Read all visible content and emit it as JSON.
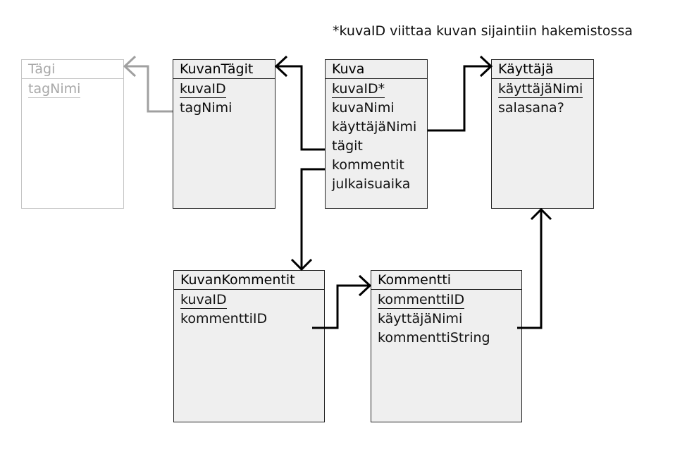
{
  "note": "*kuvaID viittaa kuvan sijaintiin hakemistossa",
  "colors": {
    "line": "#000000",
    "faded_line": "#a0a0a0",
    "box_fill": "#efefef",
    "faded_text": "#a8a8a8"
  },
  "entities": {
    "tagi": {
      "title": "Tägi",
      "fields": [
        {
          "name": "tagNimi",
          "key": true
        }
      ],
      "faded": true
    },
    "kuvantagit": {
      "title": "KuvanTägit",
      "fields": [
        {
          "name": "kuvaID",
          "key": true
        },
        {
          "name": "tagNimi",
          "key": false
        }
      ]
    },
    "kuva": {
      "title": "Kuva",
      "fields": [
        {
          "name": "kuvaID*",
          "key": true
        },
        {
          "name": "kuvaNimi",
          "key": false
        },
        {
          "name": "käyttäjäNimi",
          "key": false
        },
        {
          "name": "tägit",
          "key": false
        },
        {
          "name": "kommentit",
          "key": false
        },
        {
          "name": "julkaisuaika",
          "key": false
        }
      ]
    },
    "kayttaja": {
      "title": "Käyttäjä",
      "fields": [
        {
          "name": "käyttäjäNimi",
          "key": true
        },
        {
          "name": "salasana?",
          "key": false
        }
      ]
    },
    "kuvankommentit": {
      "title": "KuvanKommentit",
      "fields": [
        {
          "name": "kuvaID",
          "key": true
        },
        {
          "name": "kommenttiID",
          "key": false
        }
      ]
    },
    "kommentti": {
      "title": "Kommentti",
      "fields": [
        {
          "name": "kommenttiID",
          "key": true
        },
        {
          "name": "käyttäjäNimi",
          "key": false
        },
        {
          "name": "kommenttiString",
          "key": false
        }
      ]
    }
  },
  "relations": [
    {
      "from": "kuvantagit.tagNimi",
      "to": "tagi",
      "faded": true
    },
    {
      "from": "kuva.tägit",
      "to": "kuvantagit"
    },
    {
      "from": "kuva.käyttäjäNimi",
      "to": "kayttaja"
    },
    {
      "from": "kuva.kommentit",
      "to": "kuvankommentit"
    },
    {
      "from": "kuvankommentit.kommenttiID",
      "to": "kommentti"
    },
    {
      "from": "kommentti.käyttäjäNimi",
      "to": "kayttaja"
    }
  ]
}
